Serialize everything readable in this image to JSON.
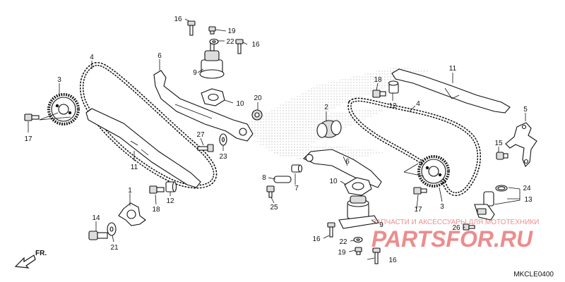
{
  "diagram": {
    "callouts": {
      "c1": "1",
      "c2": "2",
      "c3a": "3",
      "c3b": "3",
      "c4a": "4",
      "c4b": "4",
      "c5": "5",
      "c6a": "6",
      "c6b": "6",
      "c7": "7",
      "c8": "8",
      "c9a": "9",
      "c9b": "9",
      "c10a": "10",
      "c10b": "10",
      "c11a": "11",
      "c11b": "11",
      "c12a": "12",
      "c12b": "12",
      "c13": "13",
      "c14": "14",
      "c15": "15",
      "c16a": "16",
      "c16b": "16",
      "c16c": "16",
      "c16d": "16",
      "c17a": "17",
      "c17b": "17",
      "c18a": "18",
      "c18b": "18",
      "c19a": "19",
      "c19b": "19",
      "c20": "20",
      "c21": "21",
      "c22a": "22",
      "c22b": "22",
      "c23": "23",
      "c24": "24",
      "c25": "25",
      "c26": "26",
      "c27": "27"
    },
    "direction_label": "FR.",
    "diagram_code": "MKCLE0400",
    "watermark_brand": "PARTSFOR.RU",
    "watermark_tagline": "ЗАПЧАСТИ И АКСЕССУАРЫ ДЛЯ МОТОТЕХНИКИ",
    "colors": {
      "ink": "#111111",
      "watermark": "#e03030",
      "wing_pattern": "#c8c8c8"
    }
  }
}
